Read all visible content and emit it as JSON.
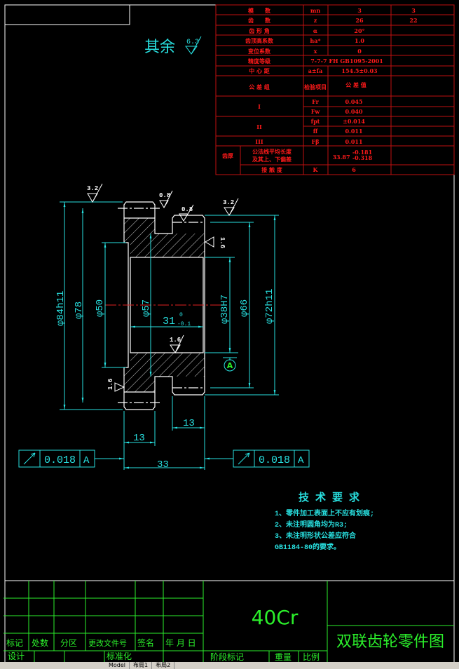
{
  "general_roughness": {
    "label": "其余",
    "value": "6.3"
  },
  "gear_table": {
    "rows": [
      {
        "name": "模　　数",
        "symbol": "mn",
        "v1": "3",
        "v2": "3"
      },
      {
        "name": "齿　　数",
        "symbol": "z",
        "v1": "26",
        "v2": "22"
      },
      {
        "name": "齿 形 角",
        "symbol": "α",
        "v1": "20°",
        "v2": ""
      },
      {
        "name": "齿顶高系数",
        "symbol": "ha*",
        "v1": "1.0",
        "v2": ""
      },
      {
        "name": "变位系数",
        "symbol": "x",
        "v1": "0",
        "v2": ""
      },
      {
        "name": "精度等级",
        "symbol": "",
        "v1": "7-7-7 FH GB1095-2001",
        "v2": ""
      },
      {
        "name": "中 心 距",
        "symbol": "a±fa",
        "v1": "154.5±0.03",
        "v2": ""
      }
    ],
    "tolerance_header": {
      "group": "公 差 组",
      "item": "检验项目",
      "value": "公 差 值"
    },
    "tolerance_rows": [
      {
        "group": "I",
        "symbol": "Fr",
        "value": "0.045"
      },
      {
        "group": "",
        "symbol": "Fw",
        "value": "0.040"
      },
      {
        "group": "II",
        "symbol": "fpt",
        "value": "±0.014"
      },
      {
        "group": "",
        "symbol": "ff",
        "value": "0.011"
      },
      {
        "group": "III",
        "symbol": "Fβ",
        "value": "0.011"
      }
    ],
    "thickness": {
      "label": "齿厚",
      "desc1": "公法线平均长度",
      "desc2": "及其上、下偏差",
      "value": "33.87",
      "upper": "-0.181",
      "lower": "-0.318"
    },
    "contact": {
      "name": "接 触 度",
      "symbol": "K",
      "value": "6"
    }
  },
  "dimensions": {
    "d84": "φ84h11",
    "d78": "φ78",
    "d50": "φ50",
    "d57": "φ57",
    "d31": "31",
    "d31_up": "0",
    "d31_low": "-0.1",
    "d38": "φ38H7",
    "d66": "φ66",
    "d72": "φ72h11",
    "w13a": "13",
    "w13b": "13",
    "w33": "33",
    "rough": [
      "3.2",
      "0.8",
      "0.8",
      "3.2",
      "1.6",
      "1.6",
      "1.6"
    ],
    "datum": "A",
    "runout_left": {
      "value": "0.018",
      "datum": "A"
    },
    "runout_right": {
      "value": "0.018",
      "datum": "A"
    }
  },
  "tech_req": {
    "title": "技 术 要 求",
    "items": [
      "1、零件加工表面上不应有划痕;",
      "2、未注明圆角均为R3;",
      "3、未注明形状公差应符合",
      "GB1184-80的要求。"
    ]
  },
  "title_block": {
    "material": "40Cr",
    "drawing_name": "双联齿轮零件图",
    "headers": [
      "标记",
      "处数",
      "分区",
      "更改文件号",
      "签名",
      "年 月 日"
    ],
    "row2": [
      "设计",
      "标准化",
      "阶段标记",
      "重量",
      "比例"
    ]
  },
  "tabs": [
    "Model",
    "布局1",
    "布局2"
  ]
}
